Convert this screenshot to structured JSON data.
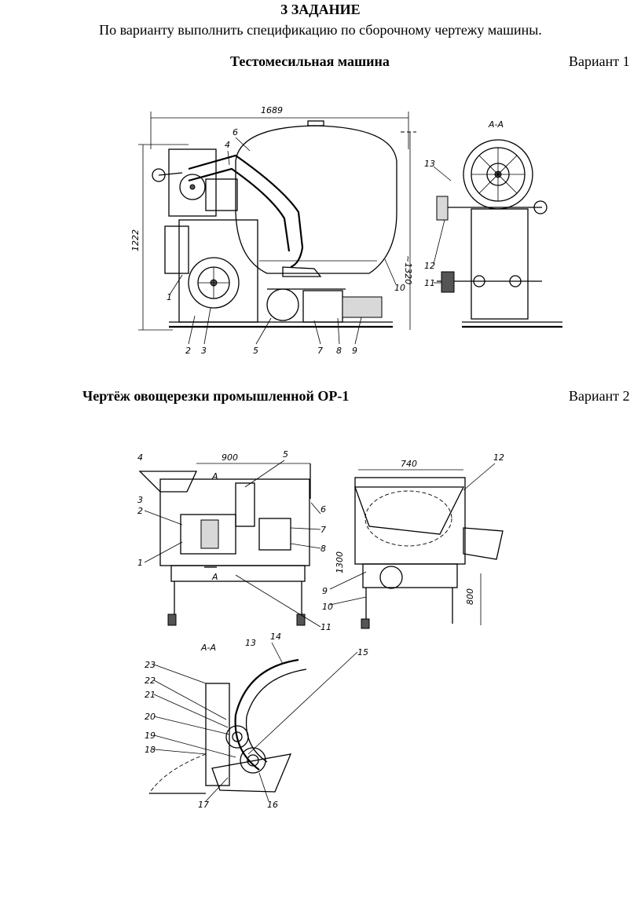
{
  "header": {
    "task_title": "3 ЗАДАНИЕ",
    "instruction": "По варианту выполнить спецификацию по сборочному чертежу машины."
  },
  "variants": [
    {
      "title": "Тестомесильная машина",
      "label": "Вариант 1",
      "drawing": {
        "dim_width": "1689",
        "dim_height": "1222",
        "dim_height_right": "~1320",
        "section_label": "А-А",
        "callouts": [
          "1",
          "2",
          "3",
          "4",
          "5",
          "6",
          "7",
          "8",
          "9",
          "10",
          "11",
          "12",
          "13"
        ]
      }
    },
    {
      "title": "Чертёж овощерезки промышленной ОР-1",
      "label": "Вариант 2",
      "drawing": {
        "dim_width": "900",
        "dim_width_side": "740",
        "dim_height": "1300",
        "dim_height_side": "800",
        "section_label": "А-А",
        "cut_mark": "А",
        "callouts": [
          "1",
          "2",
          "3",
          "4",
          "5",
          "6",
          "7",
          "8",
          "9",
          "10",
          "11",
          "12",
          "13",
          "14",
          "15",
          "16",
          "17",
          "18",
          "19",
          "20",
          "21",
          "22",
          "23"
        ]
      }
    }
  ]
}
